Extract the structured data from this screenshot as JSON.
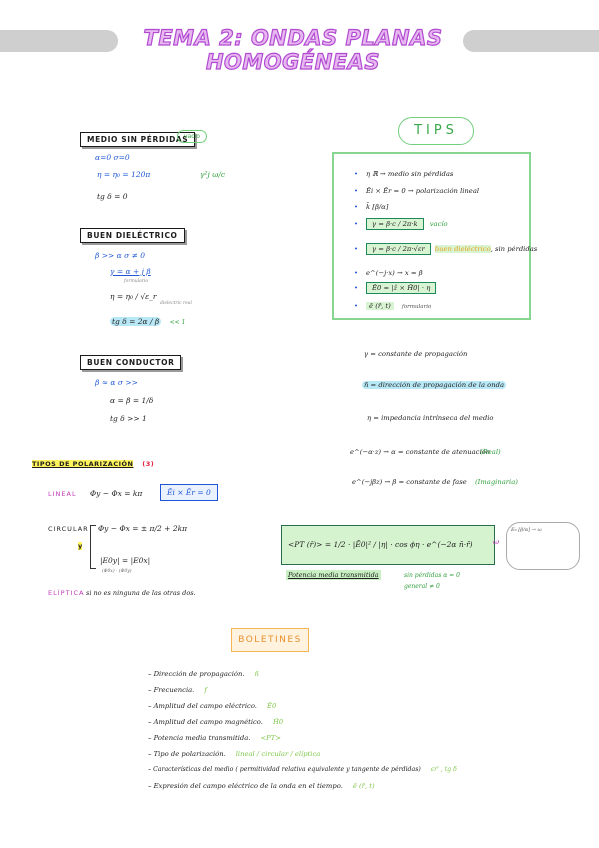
{
  "title": "TEMA 2: ONDAS PLANAS HOMOGÉNEAS",
  "medio_sin_perdidas": {
    "label": "MEDIO SIN PÉRDIDAS",
    "pill": "vacío",
    "l1": "α=0     σ=0",
    "l2": "η = η₀ = 120π",
    "l2b": "γ²j ω/c",
    "l3": "tg δ = 0"
  },
  "buen_dielectrico": {
    "label": "BUEN DIELÉCTRICO",
    "l1": "β >> α     σ ≠ 0",
    "l2": "γ = α + j β",
    "l2note": "formulario",
    "l3": "η = η₀ / √ε_r",
    "l3note": "dielectric real",
    "l4": "tg δ = 2α / β",
    "l4b": "<< 1"
  },
  "buen_conductor": {
    "label": "BUEN CONDUCTOR",
    "l1": "β ≈ α     σ >>",
    "l2": "α = β = 1/δ",
    "l3": "tg δ >> 1"
  },
  "polarizacion": {
    "title": "TIPOS DE POLARIZACIÓN",
    "count": "(3)",
    "lineal": "LINEAL",
    "lineal_eq": "Φy − Φx = kπ",
    "lineal_eq2": "Ēi × Ēr = 0",
    "circular": "CIRCULAR",
    "circular_eq1": "Φy − Φx = ± π/2 + 2kπ",
    "circular_y": "y",
    "circular_eq2": "|E0y| = |E0x|",
    "circular_note": "(Φ0x) · (Φ0y)",
    "eliptica": "ELÍPTICA",
    "eliptica_text": "si no es ninguna de las otras dos."
  },
  "tips": {
    "title": "TIPS",
    "items": [
      "η ℝ → medio sin pérdidas",
      "Ēi × Ēr = 0 → polarización lineal",
      "k̄ [β/α]",
      "γ = β·c / 2π·k",
      "γ = β·c / 2π·√εr",
      "e^(−j·x) → x = β",
      "Ē0 = |ž × H̄0| · η",
      "ē (r̄, t)"
    ],
    "item4_note": "vacío",
    "item5_note": "buen dieléctrico",
    "item5_tail": ", sin pérdidas",
    "item8_note": "formulario"
  },
  "definitions": [
    "γ = constante de propagación",
    "ñ = dirección de propagación de la onda",
    "η = impedancia intrínseca del medio",
    "e^(−α·z) → α = constante de atenuación",
    "e^(−jβz) → β = constante de fase"
  ],
  "def_notes": [
    "(Real)",
    "(Imaginaria)"
  ],
  "power": {
    "formula": "<PT (r̄)> = 1/2 · |Ē0|² / |η| · cos ϕη · e^(−2α ñ·r̄)",
    "label": "Potencia media transmitida",
    "side_label": "ω",
    "side_box": "E₀ [β/α] → ω",
    "note1": "sin pérdidas  α = 0",
    "note2": "general ≠ 0"
  },
  "boletines": {
    "title": "BOLETINES",
    "items": [
      {
        "label": "Dirección de propagación.",
        "value": "ñ"
      },
      {
        "label": "Frecuencia.",
        "value": "f"
      },
      {
        "label": "Amplitud del campo eléctrico.",
        "value": "Ē0"
      },
      {
        "label": "Amplitud del campo magnético.",
        "value": "H̄0"
      },
      {
        "label": "Potencia media transmitida.",
        "value": "<PT>"
      },
      {
        "label": "Tipo de polarización.",
        "value": "lineal / circular / elíptica"
      },
      {
        "label": "Características del medio ( permitividad relativa equivalente y tangente de pérdidas)",
        "value": "εr' , tg δ"
      },
      {
        "label": "Expresión del campo eléctrico de la onda en el tiempo.",
        "value": "ē (r̄, t)"
      }
    ]
  }
}
